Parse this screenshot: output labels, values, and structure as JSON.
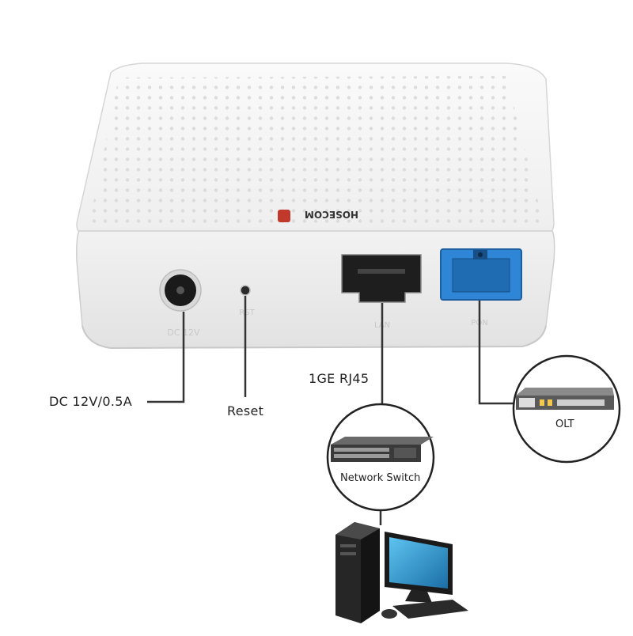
{
  "device": {
    "brand": "HOSECOM",
    "port_marks": {
      "dc": "DC 12V",
      "rst": "RST",
      "lan": "LAN",
      "pon": "PON"
    }
  },
  "callouts": {
    "dc": "DC 12V/0.5A",
    "reset": "Reset",
    "lan": "1GE RJ45"
  },
  "bubbles": {
    "switch": "Network Switch",
    "olt": "OLT"
  },
  "colors": {
    "pon_port": "#2f86d6",
    "device_body": "#f4f4f4",
    "line": "#333333"
  }
}
